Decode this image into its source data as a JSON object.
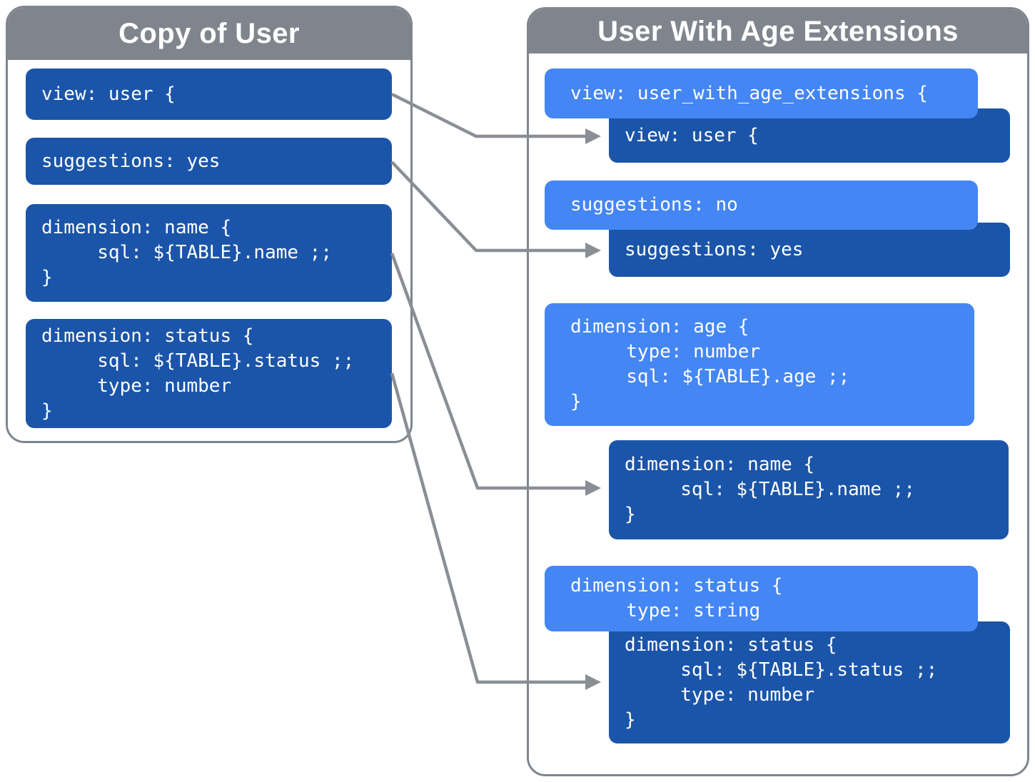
{
  "colors": {
    "gray": "#80858D",
    "connector_gray": "#8A8E95",
    "dark_blue": "#1B55A9",
    "light_blue": "#4486F4",
    "panel_bg": "#FFFFFF",
    "text_white": "#FFFFFF"
  },
  "left_panel": {
    "title": "Copy of User",
    "blocks": [
      {
        "name": "view-user",
        "variant": "dark",
        "code": "view: user {"
      },
      {
        "name": "suggestions-yes",
        "variant": "dark",
        "code": "suggestions: yes"
      },
      {
        "name": "dimension-name",
        "variant": "dark",
        "code": "dimension: name {\n     sql: ${TABLE}.name ;;\n}"
      },
      {
        "name": "dimension-status",
        "variant": "dark",
        "code": "dimension: status {\n     sql: ${TABLE}.status ;;\n     type: number\n}"
      }
    ]
  },
  "right_panel": {
    "title": "User With Age Extensions",
    "blocks": [
      {
        "name": "inherited-view-user",
        "variant": "dark",
        "code": "view: user {"
      },
      {
        "name": "view-user-with-age-extensions",
        "variant": "light",
        "code": "view: user_with_age_extensions {"
      },
      {
        "name": "inherited-suggestions-yes",
        "variant": "dark",
        "code": "suggestions: yes"
      },
      {
        "name": "suggestions-no",
        "variant": "light",
        "code": "suggestions: no"
      },
      {
        "name": "dimension-age",
        "variant": "light",
        "code": "dimension: age {\n     type: number\n     sql: ${TABLE}.age ;;\n}"
      },
      {
        "name": "inherited-dimension-name",
        "variant": "dark",
        "code": "dimension: name {\n     sql: ${TABLE}.name ;;\n}"
      },
      {
        "name": "inherited-dimension-status",
        "variant": "dark",
        "code": "dimension: status {\n     sql: ${TABLE}.status ;;\n     type: number\n}"
      },
      {
        "name": "dimension-status-override",
        "variant": "light",
        "code": "dimension: status {\n     type: string"
      }
    ]
  },
  "connectors": [
    {
      "from": "view-user",
      "to": "inherited-view-user"
    },
    {
      "from": "suggestions-yes",
      "to": "inherited-suggestions-yes"
    },
    {
      "from": "dimension-name",
      "to": "inherited-dimension-name"
    },
    {
      "from": "dimension-status",
      "to": "inherited-dimension-status"
    }
  ]
}
